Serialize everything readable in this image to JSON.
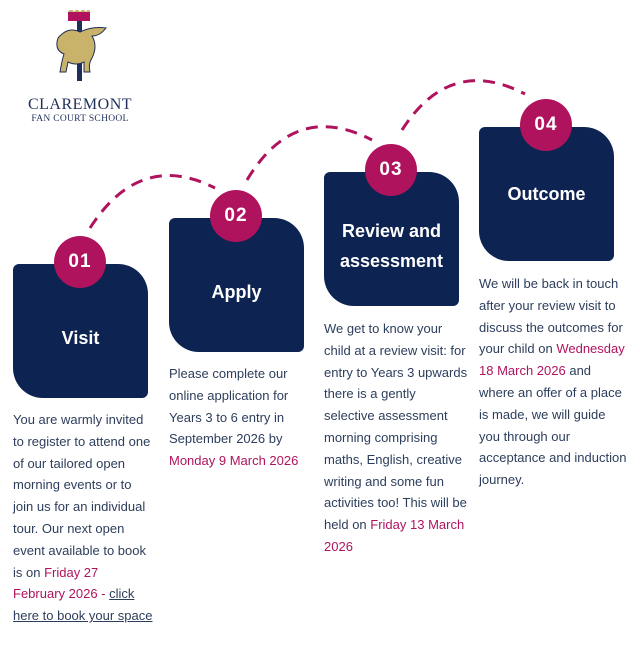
{
  "logo": {
    "name": "CLAREMONT",
    "subtitle": "FAN COURT SCHOOL"
  },
  "colors": {
    "navy": "#0d2452",
    "accent": "#b0135e"
  },
  "steps": [
    {
      "number": "01",
      "title": "Visit",
      "text": "You are warmly invited to register to attend one of our tailored open morning events or to join us for an individual tour. Our next open event available to book is on ",
      "highlight": "Friday 27 February 2026",
      "after": " - ",
      "link": "click here to book your space"
    },
    {
      "number": "02",
      "title": "Apply",
      "text": "Please complete our online application for Years 3 to 6 entry in September 2026 by ",
      "highlight": "Monday 9 March 2026"
    },
    {
      "number": "03",
      "title": "Review and assessment",
      "text": "We get to know your child at a review visit: for entry to Years 3 upwards there is a gently selective assessment morning comprising maths, English, creative writing and some fun activities too!  This will be held on ",
      "highlight": "Friday 13 March 2026"
    },
    {
      "number": "04",
      "title": "Outcome",
      "text": "We will be back in touch after your review visit to discuss the outcomes for your child on ",
      "highlight": "Wednesday 18 March 2026",
      "after": " and where an offer of a place is made, we will guide you through our acceptance and induction journey."
    }
  ]
}
